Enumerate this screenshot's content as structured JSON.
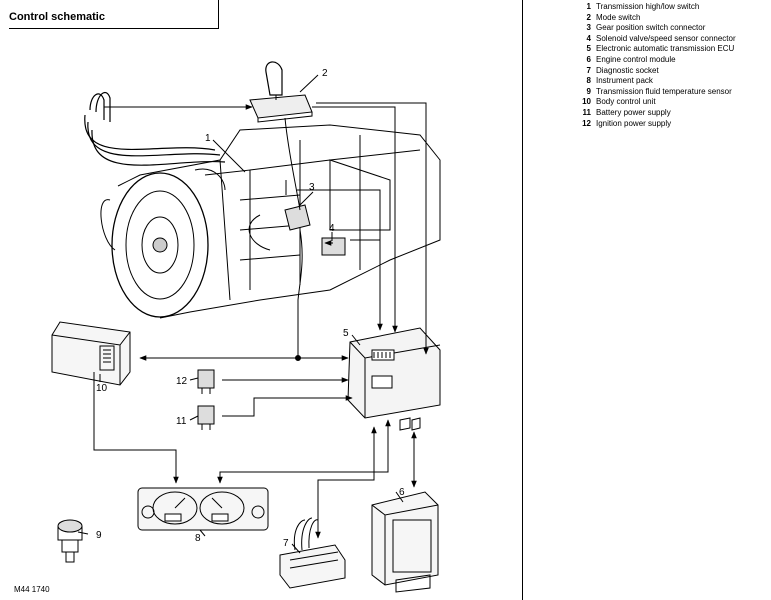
{
  "title": "Control schematic",
  "legend": [
    {
      "number": "1",
      "label": "Transmission high/low switch"
    },
    {
      "number": "2",
      "label": "Mode switch"
    },
    {
      "number": "3",
      "label": "Gear position switch connector"
    },
    {
      "number": "4",
      "label": "Solenoid valve/speed sensor connector"
    },
    {
      "number": "5",
      "label": "Electronic automatic transmission ECU"
    },
    {
      "number": "6",
      "label": "Engine control module"
    },
    {
      "number": "7",
      "label": "Diagnostic socket"
    },
    {
      "number": "8",
      "label": "Instrument pack"
    },
    {
      "number": "9",
      "label": "Transmission fluid temperature sensor"
    },
    {
      "number": "10",
      "label": "Body control unit"
    },
    {
      "number": "11",
      "label": "Battery power supply"
    },
    {
      "number": "12",
      "label": "Ignition power supply"
    }
  ],
  "callouts": {
    "c1": "1",
    "c2": "2",
    "c3": "3",
    "c4": "4",
    "c5": "5",
    "c6": "6",
    "c7": "7",
    "c8": "8",
    "c9": "9",
    "c10": "10",
    "c11": "11",
    "c12": "12"
  },
  "figure_ref": "M44 1740"
}
